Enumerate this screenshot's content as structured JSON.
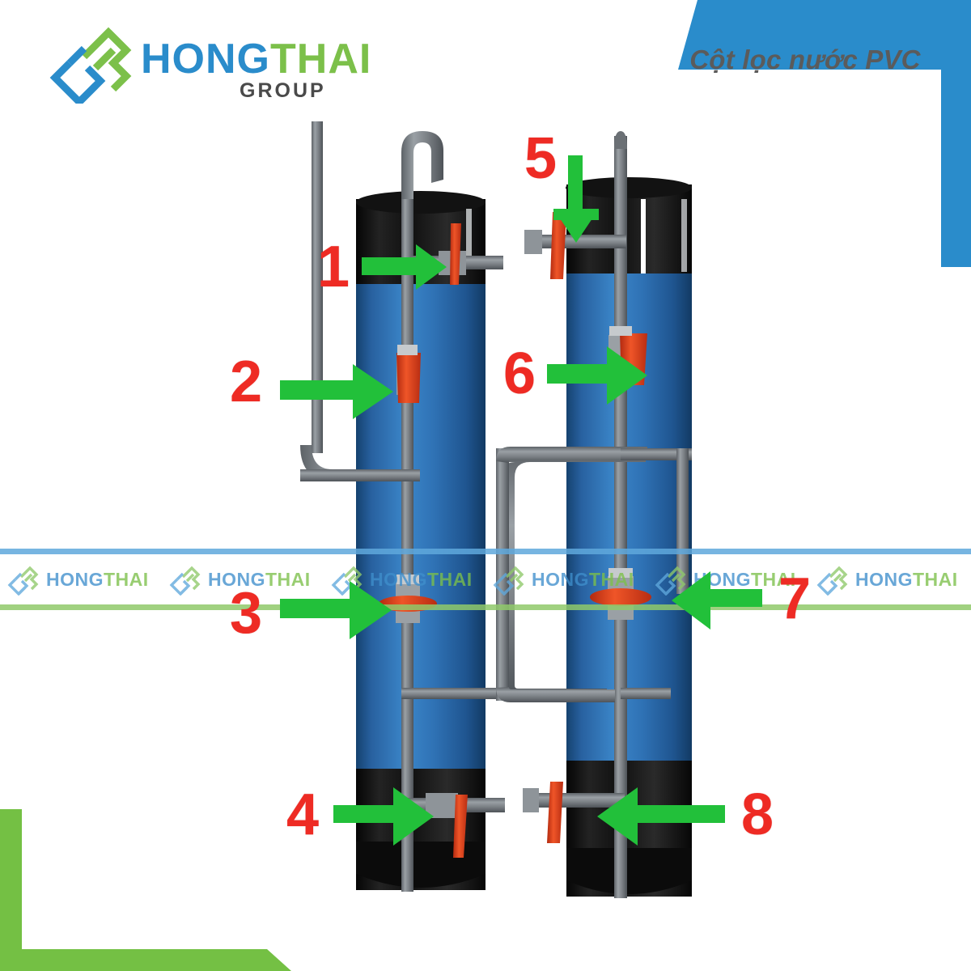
{
  "header": {
    "logo": {
      "name": "HONGTHAI",
      "word_blue": "HONG",
      "word_green": "THAI",
      "subtitle": "GROUP",
      "blue": "#2a8ccb",
      "green": "#7cc04a"
    },
    "title": "Cột lọc nước PVC",
    "title_color": "#5b5b5b"
  },
  "frame": {
    "accent_blue": "#2a8ccb",
    "accent_green": "#7cc04a"
  },
  "markers": [
    {
      "label": "1",
      "direction": "right"
    },
    {
      "label": "2",
      "direction": "right"
    },
    {
      "label": "3",
      "direction": "right"
    },
    {
      "label": "4",
      "direction": "right"
    },
    {
      "label": "5",
      "direction": "down"
    },
    {
      "label": "6",
      "direction": "right"
    },
    {
      "label": "7",
      "direction": "left"
    },
    {
      "label": "8",
      "direction": "left"
    }
  ],
  "marker_colors": {
    "number": "#ee2b24",
    "arrow": "#22c03a"
  },
  "photo": {
    "description": "Two blue PVC water filter columns with black caps and grey PVC piping and red handle valves",
    "tank_blue": "#2f72b5",
    "cap_black": "#171717",
    "pipe_grey": "#7d8287",
    "valve_red": "#e0401c"
  },
  "watermark": {
    "text_blue": "HONG",
    "text_green": "THAI",
    "repeat": 6,
    "line_top_color": "#5fa8dc",
    "line_bottom_color": "#8fc96a"
  }
}
